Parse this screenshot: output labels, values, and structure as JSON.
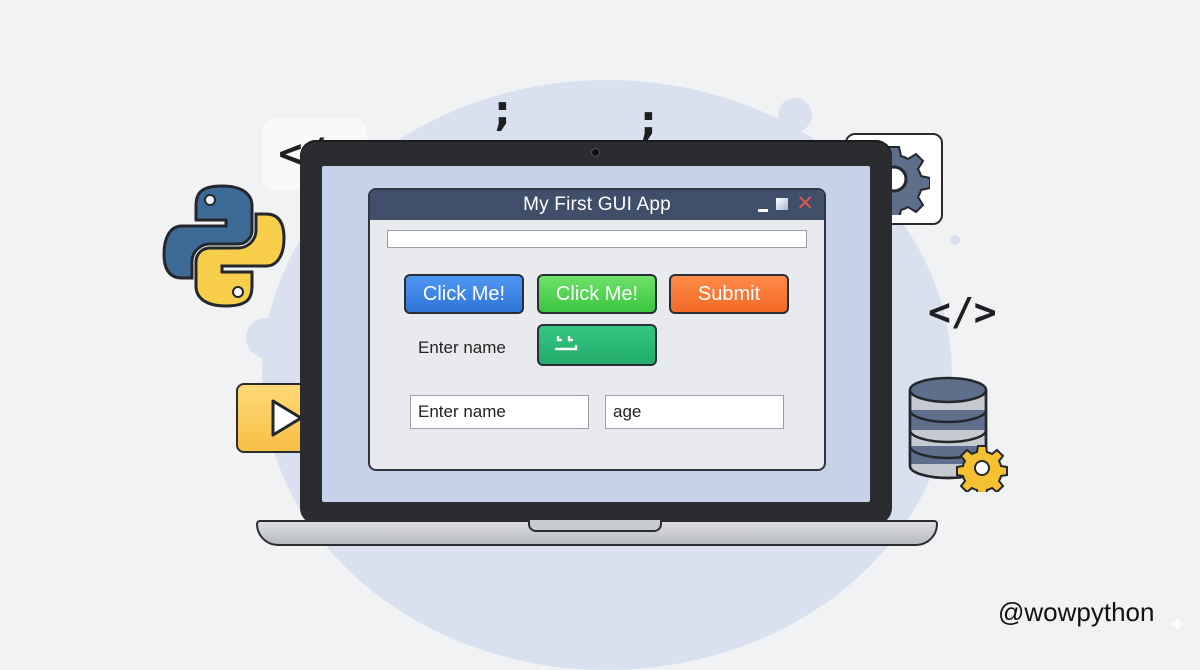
{
  "app": {
    "title": "My First GUI App",
    "controls": {
      "minimize": "minimize",
      "maximize": "maximize",
      "close": "✕"
    }
  },
  "buttons": {
    "click_me_blue": "Click Me!",
    "click_me_green": "Click Me!",
    "submit": "Submit"
  },
  "form": {
    "name_label": "Enter name",
    "name_field_placeholder": "Enter name",
    "age_field_placeholder": "age",
    "top_field_value": ""
  },
  "decorations": {
    "code_tag": "</>",
    "semicolon": ";",
    "icons": [
      "python-logo-icon",
      "gear-icon",
      "play-icon",
      "database-icon",
      "code-tag-icon",
      "sparkle-icon"
    ]
  },
  "colors": {
    "titlebar": "#3f4e69",
    "blue_button": "#2f74d8",
    "green_button": "#3bc640",
    "orange_button": "#f26a25",
    "teal_button": "#22ac6a",
    "python_blue": "#3d6a96",
    "python_yellow": "#f7cf4a"
  },
  "watermark": "@wowpython"
}
